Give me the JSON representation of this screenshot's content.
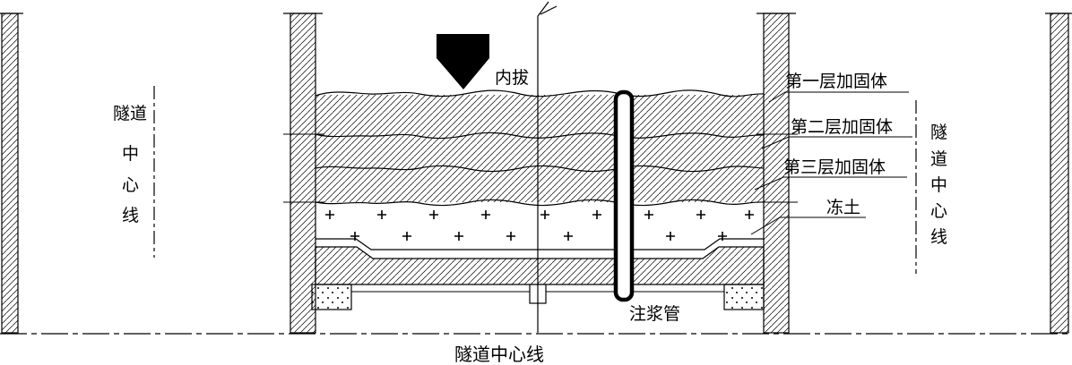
{
  "diagram": {
    "bottom_centerline": "隧道中心线",
    "left_centerline": [
      "隧道",
      "中",
      "心",
      "线"
    ],
    "right_centerline": [
      "隧",
      "道",
      "中",
      "心",
      "线"
    ],
    "labels": {
      "inner_pull": "内拔",
      "layer1": "第一层加固体",
      "layer2": "第二层加固体",
      "layer3": "第三层加固体",
      "frozen_soil": "冻土",
      "grouting_pipe": "注浆管"
    },
    "colors": {
      "ink": "#000000",
      "background": "#ffffff"
    }
  }
}
